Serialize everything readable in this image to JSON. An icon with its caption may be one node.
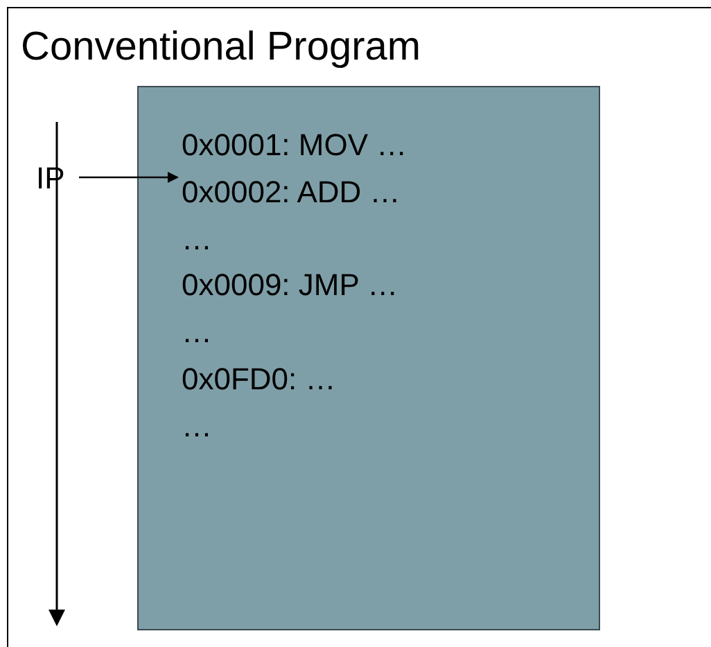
{
  "diagram": {
    "nodes": [
      {
        "text": [
          "Conventional Program"
        ]
      },
      {
        "text": [
          "0x0001: MOV …",
          "0x0002: ADD …",
          "…",
          "0x0009: JMP …",
          "…",
          "0x0FD0: …",
          "…"
        ],
        "in": 0
      },
      {
        "text": [
          "IP"
        ],
        "in": 0
      }
    ],
    "edges": [
      {
        "from": 2,
        "to": 1,
        "arrow": "to"
      }
    ]
  }
}
